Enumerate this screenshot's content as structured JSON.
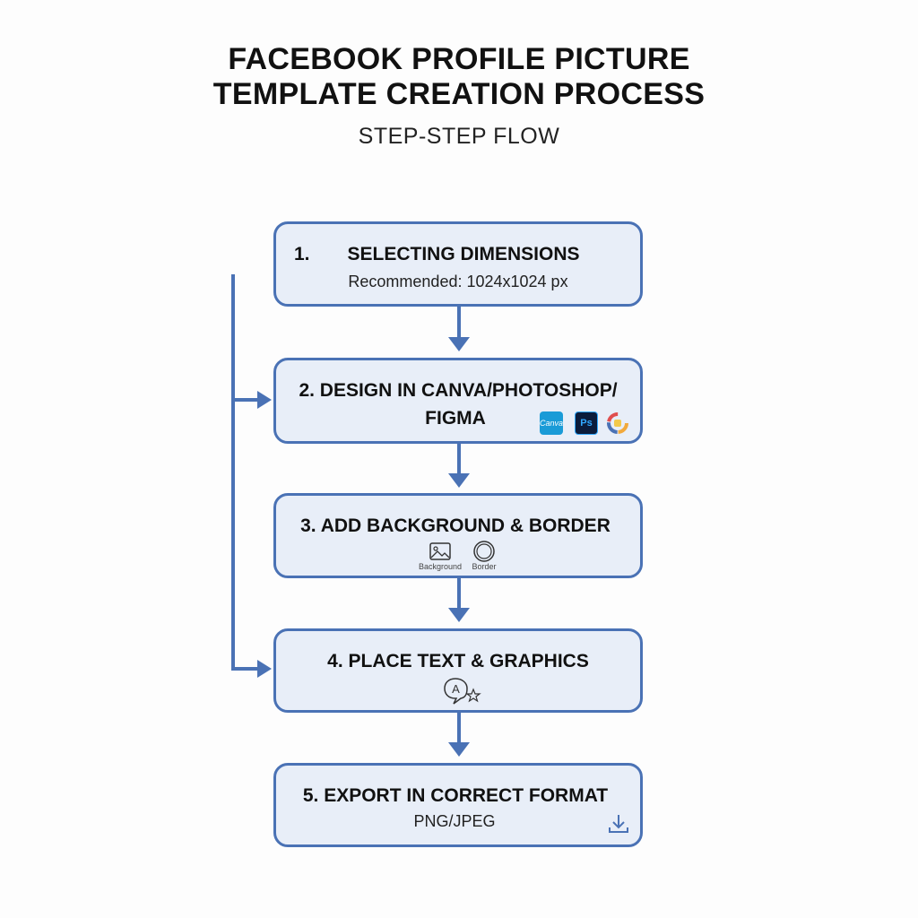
{
  "header": {
    "title_line1": "FACEBOOK PROFILE PICTURE",
    "title_line2": "TEMPLATE CREATION PROCESS",
    "subtitle": "STEP-STEP FLOW"
  },
  "steps": [
    {
      "number": "1.",
      "title": "SELECTING DIMENSIONS",
      "detail": "Recommended: 1024x1024 px"
    },
    {
      "title_line1": "2. DESIGN IN CANVA/PHOTOSHOP/",
      "title_line2": "FIGMA",
      "apps": [
        "Canva",
        "Ps",
        "Figma"
      ],
      "app_icons": [
        "canva-icon",
        "photoshop-icon",
        "figma-icon"
      ]
    },
    {
      "title": "3. ADD BACKGROUND & BORDER",
      "icons": [
        {
          "name": "background-image-icon",
          "label": "Background"
        },
        {
          "name": "border-circle-icon",
          "label": "Border"
        }
      ]
    },
    {
      "title": "4. PLACE TEXT & GRAPHICS",
      "icon": "text-graphics-icon",
      "icon_letter": "A"
    },
    {
      "title": "5. EXPORT IN CORRECT FORMAT",
      "detail": "PNG/JPEG",
      "icon": "download-icon"
    }
  ],
  "colors": {
    "accent": "#4a72b5",
    "box_fill": "#e8eef8",
    "canva_badge": "#1a9bd7",
    "photoshop_badge": "#0b1c3b",
    "photoshop_text": "#31a8ff"
  }
}
